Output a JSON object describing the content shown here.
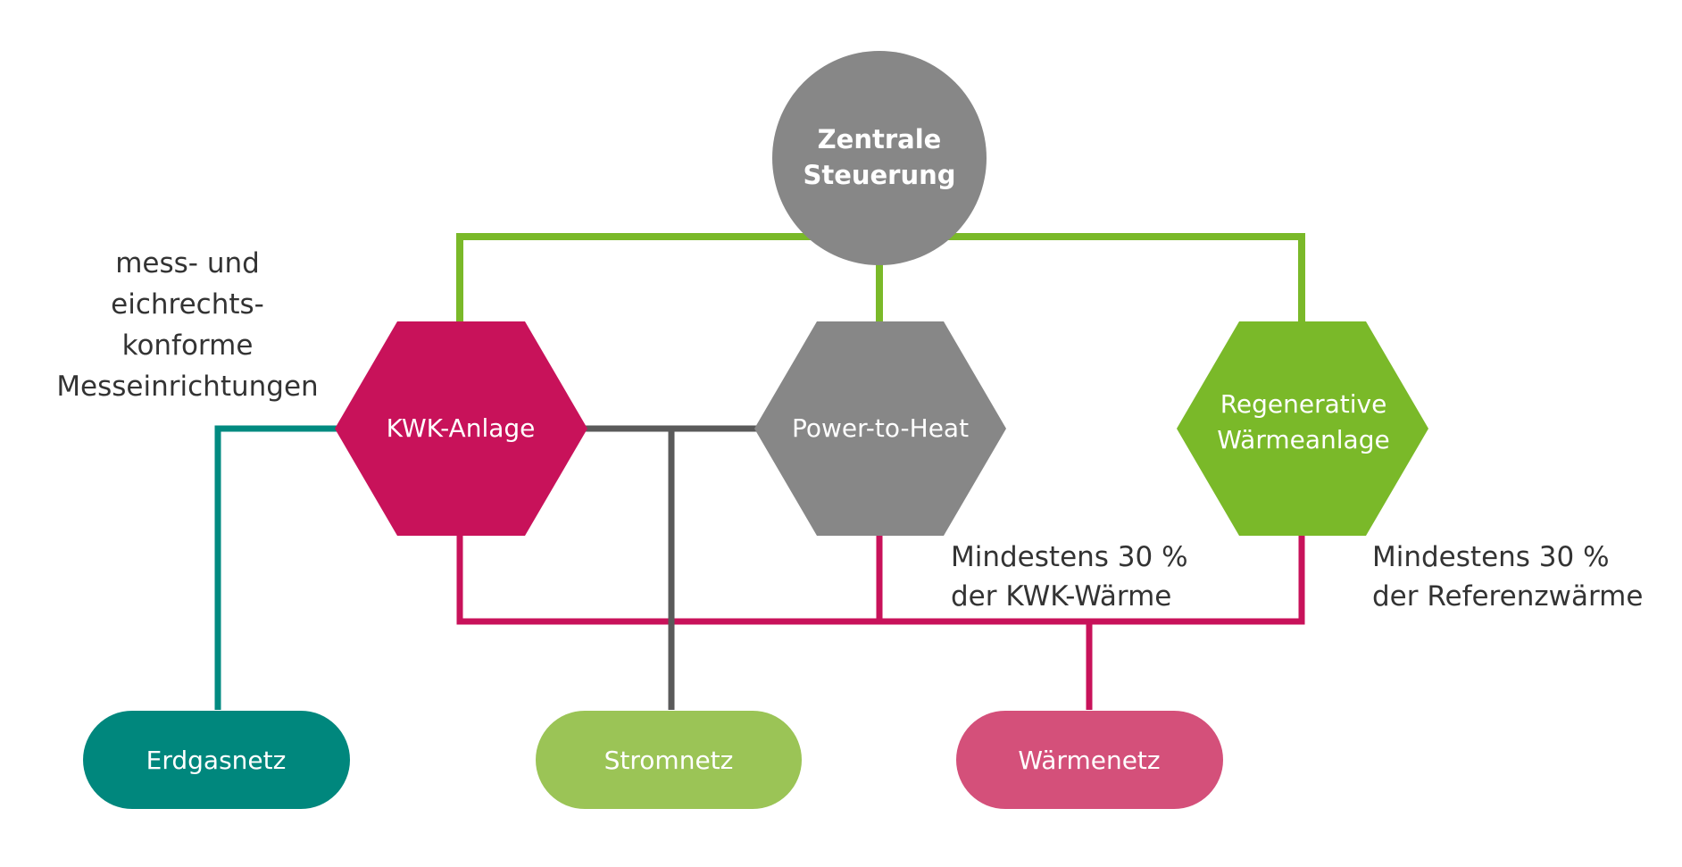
{
  "colors": {
    "control_line": "#7ab929",
    "heat_line": "#c8125a",
    "power_line": "#5a5a5a",
    "gas_line": "#008a80",
    "central": "#878787",
    "kwk": "#c8125a",
    "p2h": "#878787",
    "regen": "#7ab929",
    "gas_net": "#00877d",
    "power_net": "#9bc456",
    "heat_net": "#d4507a",
    "annotation_text": "#333333"
  },
  "nodes": {
    "central": {
      "line1": "Zentrale",
      "line2": "Steuerung",
      "icon": "circle"
    },
    "kwk": {
      "label": "KWK-Anlage",
      "icon": "hexagon"
    },
    "p2h": {
      "label": "Power-to-Heat",
      "icon": "hexagon"
    },
    "regen": {
      "line1": "Regenerative",
      "line2": "Wärmeanlage",
      "icon": "hexagon"
    },
    "gas_net": {
      "label": "Erdgasnetz",
      "icon": "rounded-rect"
    },
    "power_net": {
      "label": "Stromnetz",
      "icon": "rounded-rect"
    },
    "heat_net": {
      "label": "Wärmenetz",
      "icon": "rounded-rect"
    }
  },
  "annotations": {
    "metering": [
      "mess- und",
      "eichrechts-",
      "konforme",
      "Messeinrichtungen"
    ],
    "min_kwk": [
      "Mindestens 30 %",
      "der KWK-Wärme"
    ],
    "min_ref": [
      "Mindestens 30 %",
      "der Referenzwärme"
    ]
  }
}
